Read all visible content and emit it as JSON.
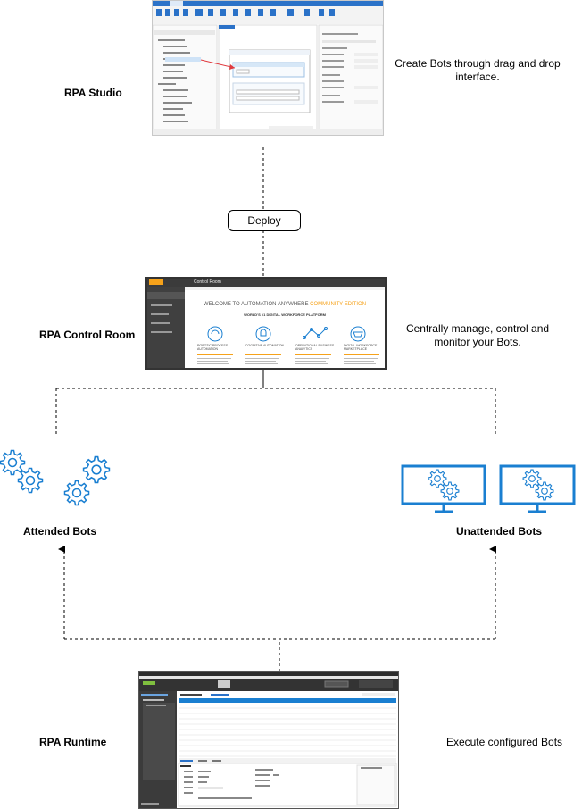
{
  "nodes": {
    "studio": {
      "title": "RPA Studio",
      "description": "Create Bots through drag and drop interface."
    },
    "deploy": {
      "label": "Deploy"
    },
    "control_room": {
      "title": "RPA Control Room",
      "description": "Centrally manage, control and monitor your Bots.",
      "window_title": "Control Room",
      "welcome_text": "WELCOME TO AUTOMATION ANYWHERE",
      "edition_text": "COMMUNITY EDITION",
      "subheading": "WORLD'S #1 DIGITAL WORKFORCE PLATFORM",
      "features": [
        {
          "label": "ROBOTIC PROCESS AUTOMATION"
        },
        {
          "label": "COGNITIVE AUTOMATION"
        },
        {
          "label": "OPERATIONAL BUSINESS ANALYTICS"
        },
        {
          "label": "DIGITAL WORKFORCE MARKETPLACE"
        }
      ]
    },
    "attended": {
      "title": "Attended Bots"
    },
    "unattended": {
      "title": "Unattended Bots"
    },
    "runtime": {
      "title": "RPA Runtime",
      "description": "Execute configured Bots"
    }
  },
  "colors": {
    "gear_blue": "#1a7fd1",
    "ribbon_blue": "#2b72c8",
    "dark_panel": "#3a3a3a",
    "accent_orange": "#f6a21a"
  }
}
